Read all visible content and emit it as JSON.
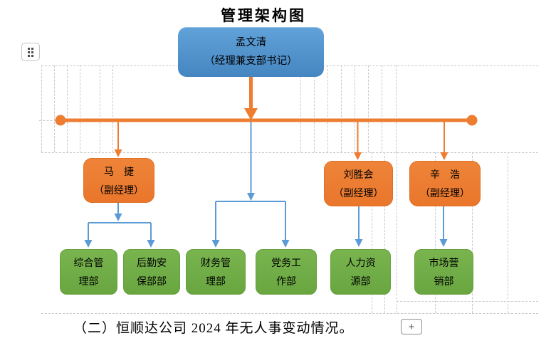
{
  "document": {
    "title": "管理架构图",
    "paragraph": "（二）恒顺达公司 2024 年无人事变动情况。",
    "plus_button": "+"
  },
  "org_chart": {
    "root": {
      "name": "孟文清",
      "role": "（经理兼支部书记）"
    },
    "managers": [
      {
        "name": "马　捷",
        "role": "（副经理）"
      },
      {
        "name": "刘胜会",
        "role": "（副经理）"
      },
      {
        "name": "辛　浩",
        "role": "（副经理）"
      }
    ],
    "departments": [
      {
        "line1": "综合管",
        "line2": "理部"
      },
      {
        "line1": "后勤安",
        "line2": "保部部"
      },
      {
        "line1": "财务管",
        "line2": "理部"
      },
      {
        "line1": "党务工",
        "line2": "作部"
      },
      {
        "line1": "人力资",
        "line2": "源部"
      },
      {
        "line1": "市场营",
        "line2": "销部"
      }
    ]
  },
  "colors": {
    "root_box_blue": "#4E92C8",
    "manager_box_orange": "#ED7D31",
    "department_box_green": "#70AD47",
    "connector_orange": "#ED7D31",
    "connector_blue": "#5B9BD5",
    "gridline_gray": "#C9C9C9"
  }
}
